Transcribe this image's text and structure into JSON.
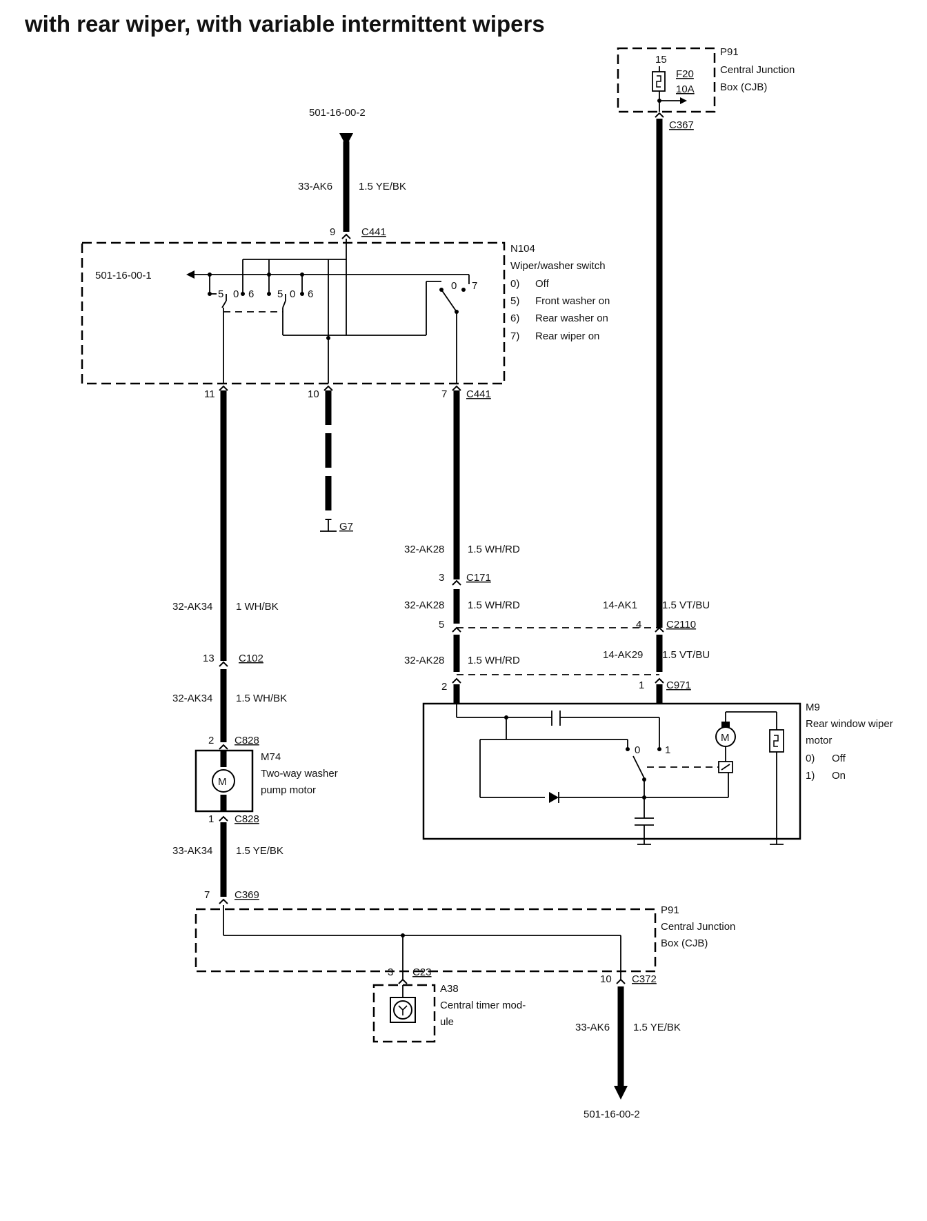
{
  "title": "with rear wiper, with variable intermittent wipers",
  "refs": {
    "top_ref": "501-16-00-2",
    "bottom_ref": "501-16-00-2",
    "switch_ref": "501-16-00-1"
  },
  "components": {
    "p91_top": {
      "id": "P91",
      "name_line1": "Central Junction",
      "name_line2": "Box (CJB)",
      "pin": "15",
      "fuse_id": "F20",
      "fuse_rating": "10A"
    },
    "n104": {
      "id": "N104",
      "name": "Wiper/washer switch",
      "positions": [
        {
          "code": "0)",
          "desc": "Off"
        },
        {
          "code": "5)",
          "desc": "Front washer on"
        },
        {
          "code": "6)",
          "desc": "Rear washer on"
        },
        {
          "code": "7)",
          "desc": "Rear wiper on"
        }
      ],
      "contacts": {
        "a5": "5",
        "a0": "0",
        "a6": "6",
        "b5": "5",
        "b0": "0",
        "b6": "6",
        "c0": "0",
        "c7": "7"
      }
    },
    "m74": {
      "id": "M74",
      "name_line1": "Two-way washer",
      "name_line2": "pump motor",
      "symbol": "M"
    },
    "m9": {
      "id": "M9",
      "name_line1": "Rear window wiper",
      "name_line2": "motor",
      "symbol": "M",
      "positions": [
        {
          "code": "0)",
          "desc": "Off"
        },
        {
          "code": "1)",
          "desc": "On"
        }
      ],
      "contacts": {
        "c0": "0",
        "c1": "1"
      }
    },
    "p91_bottom": {
      "id": "P91",
      "name_line1": "Central Junction",
      "name_line2": "Box (CJB)"
    },
    "a38": {
      "id": "A38",
      "name_line1": "Central timer mod-",
      "name_line2": "ule"
    },
    "g7": {
      "id": "G7"
    }
  },
  "connectors": {
    "c441_top": {
      "pin": "9",
      "name": "C441"
    },
    "c367": {
      "name": "C367"
    },
    "c441_pin11": {
      "pin": "11"
    },
    "c441_pin10": {
      "pin": "10"
    },
    "c441_pin7": {
      "pin": "7",
      "name": "C441"
    },
    "c171": {
      "pin": "3",
      "name": "C171"
    },
    "c2110": {
      "pin_left": "5",
      "pin_right": "4",
      "name": "C2110"
    },
    "c971": {
      "pin_left": "2",
      "pin_right": "1",
      "name": "C971"
    },
    "c102": {
      "pin": "13",
      "name": "C102"
    },
    "c828_top": {
      "pin": "2",
      "name": "C828"
    },
    "c828_bottom": {
      "pin": "1",
      "name": "C828"
    },
    "c369": {
      "pin": "7",
      "name": "C369"
    },
    "c23": {
      "pin": "3",
      "name": "C23"
    },
    "c372": {
      "pin": "10",
      "name": "C372"
    }
  },
  "wires": {
    "w_top": {
      "circuit": "33-AK6",
      "spec": "1.5 YE/BK"
    },
    "w_ak28_a": {
      "circuit": "32-AK28",
      "spec": "1.5 WH/RD"
    },
    "w_ak28_b": {
      "circuit": "32-AK28",
      "spec": "1.5 WH/RD"
    },
    "w_ak28_c": {
      "circuit": "32-AK28",
      "spec": "1.5 WH/RD"
    },
    "w_ak1": {
      "circuit": "14-AK1",
      "spec": "1.5 VT/BU"
    },
    "w_ak29": {
      "circuit": "14-AK29",
      "spec": "1.5 VT/BU"
    },
    "w_ak34_a": {
      "circuit": "32-AK34",
      "spec": "1 WH/BK"
    },
    "w_ak34_b": {
      "circuit": "32-AK34",
      "spec": "1.5 WH/BK"
    },
    "w_ak34_c": {
      "circuit": "33-AK34",
      "spec": "1.5 YE/BK"
    },
    "w_bottom": {
      "circuit": "33-AK6",
      "spec": "1.5 YE/BK"
    }
  }
}
